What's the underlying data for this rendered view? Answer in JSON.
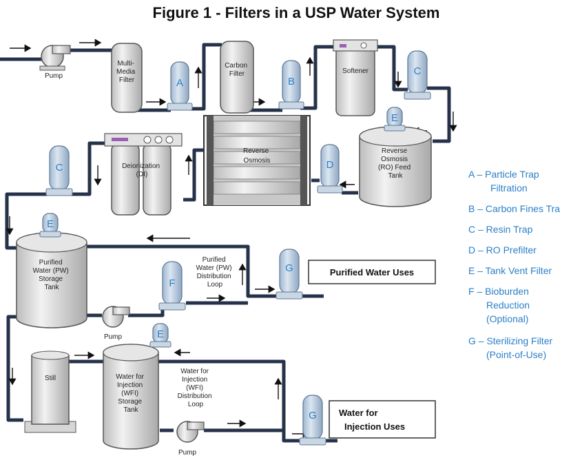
{
  "title": "Figure 1 - Filters in a USP Water System",
  "units": {
    "pump_top": "Pump",
    "multimedia": [
      "Multi-",
      "Media",
      "Filter"
    ],
    "carbon": [
      "Carbon",
      "Filter"
    ],
    "softener": "Softener",
    "ro": [
      "Reverse",
      "Osmosis"
    ],
    "ro_tank": [
      "Reverse",
      "Osmosis",
      "(RO) Feed",
      "Tank"
    ],
    "deionization": [
      "Deionization",
      "(DI)"
    ],
    "pw_tank": [
      "Purified",
      "Water (PW)",
      "Storage",
      "Tank"
    ],
    "pw_loop": [
      "Purified",
      "Water (PW)",
      "Distribution",
      "Loop"
    ],
    "pump_pw": "Pump",
    "still": "Still",
    "wfi_tank": [
      "Water for",
      "Injection",
      "(WFI)",
      "Storage",
      "Tank"
    ],
    "wfi_loop": [
      "Water for",
      "Injection",
      "(WFI)",
      "Distribution",
      "Loop"
    ],
    "pump_wfi": "Pump"
  },
  "filter_letters": {
    "a": "A",
    "b": "B",
    "c_top": "C",
    "c_di": "C",
    "d": "D",
    "e_ro": "E",
    "e_pw": "E",
    "e_wfi": "E",
    "f": "F",
    "g_pw": "G",
    "g_wfi": "G"
  },
  "uses": {
    "purified": "Purified  Water Uses",
    "wfi": [
      "Water for",
      "Injection  Uses"
    ]
  },
  "legend": [
    [
      "A – Particle Trap",
      "Filtration"
    ],
    [
      "B – Carbon Fines Tra"
    ],
    [
      "C – Resin Trap"
    ],
    [
      "D – RO Prefilter"
    ],
    [
      "E – Tank Vent Filter"
    ],
    [
      "F – Bioburden",
      "Reduction",
      "(Optional)"
    ],
    [
      "G – Sterilizing Filter",
      "(Point-of-Use)"
    ]
  ],
  "colors": {
    "filter": "#b7c9dd",
    "filter_text": "#2a7fc7",
    "equipment": "#dcdcdc",
    "pipe": "#25324a"
  }
}
